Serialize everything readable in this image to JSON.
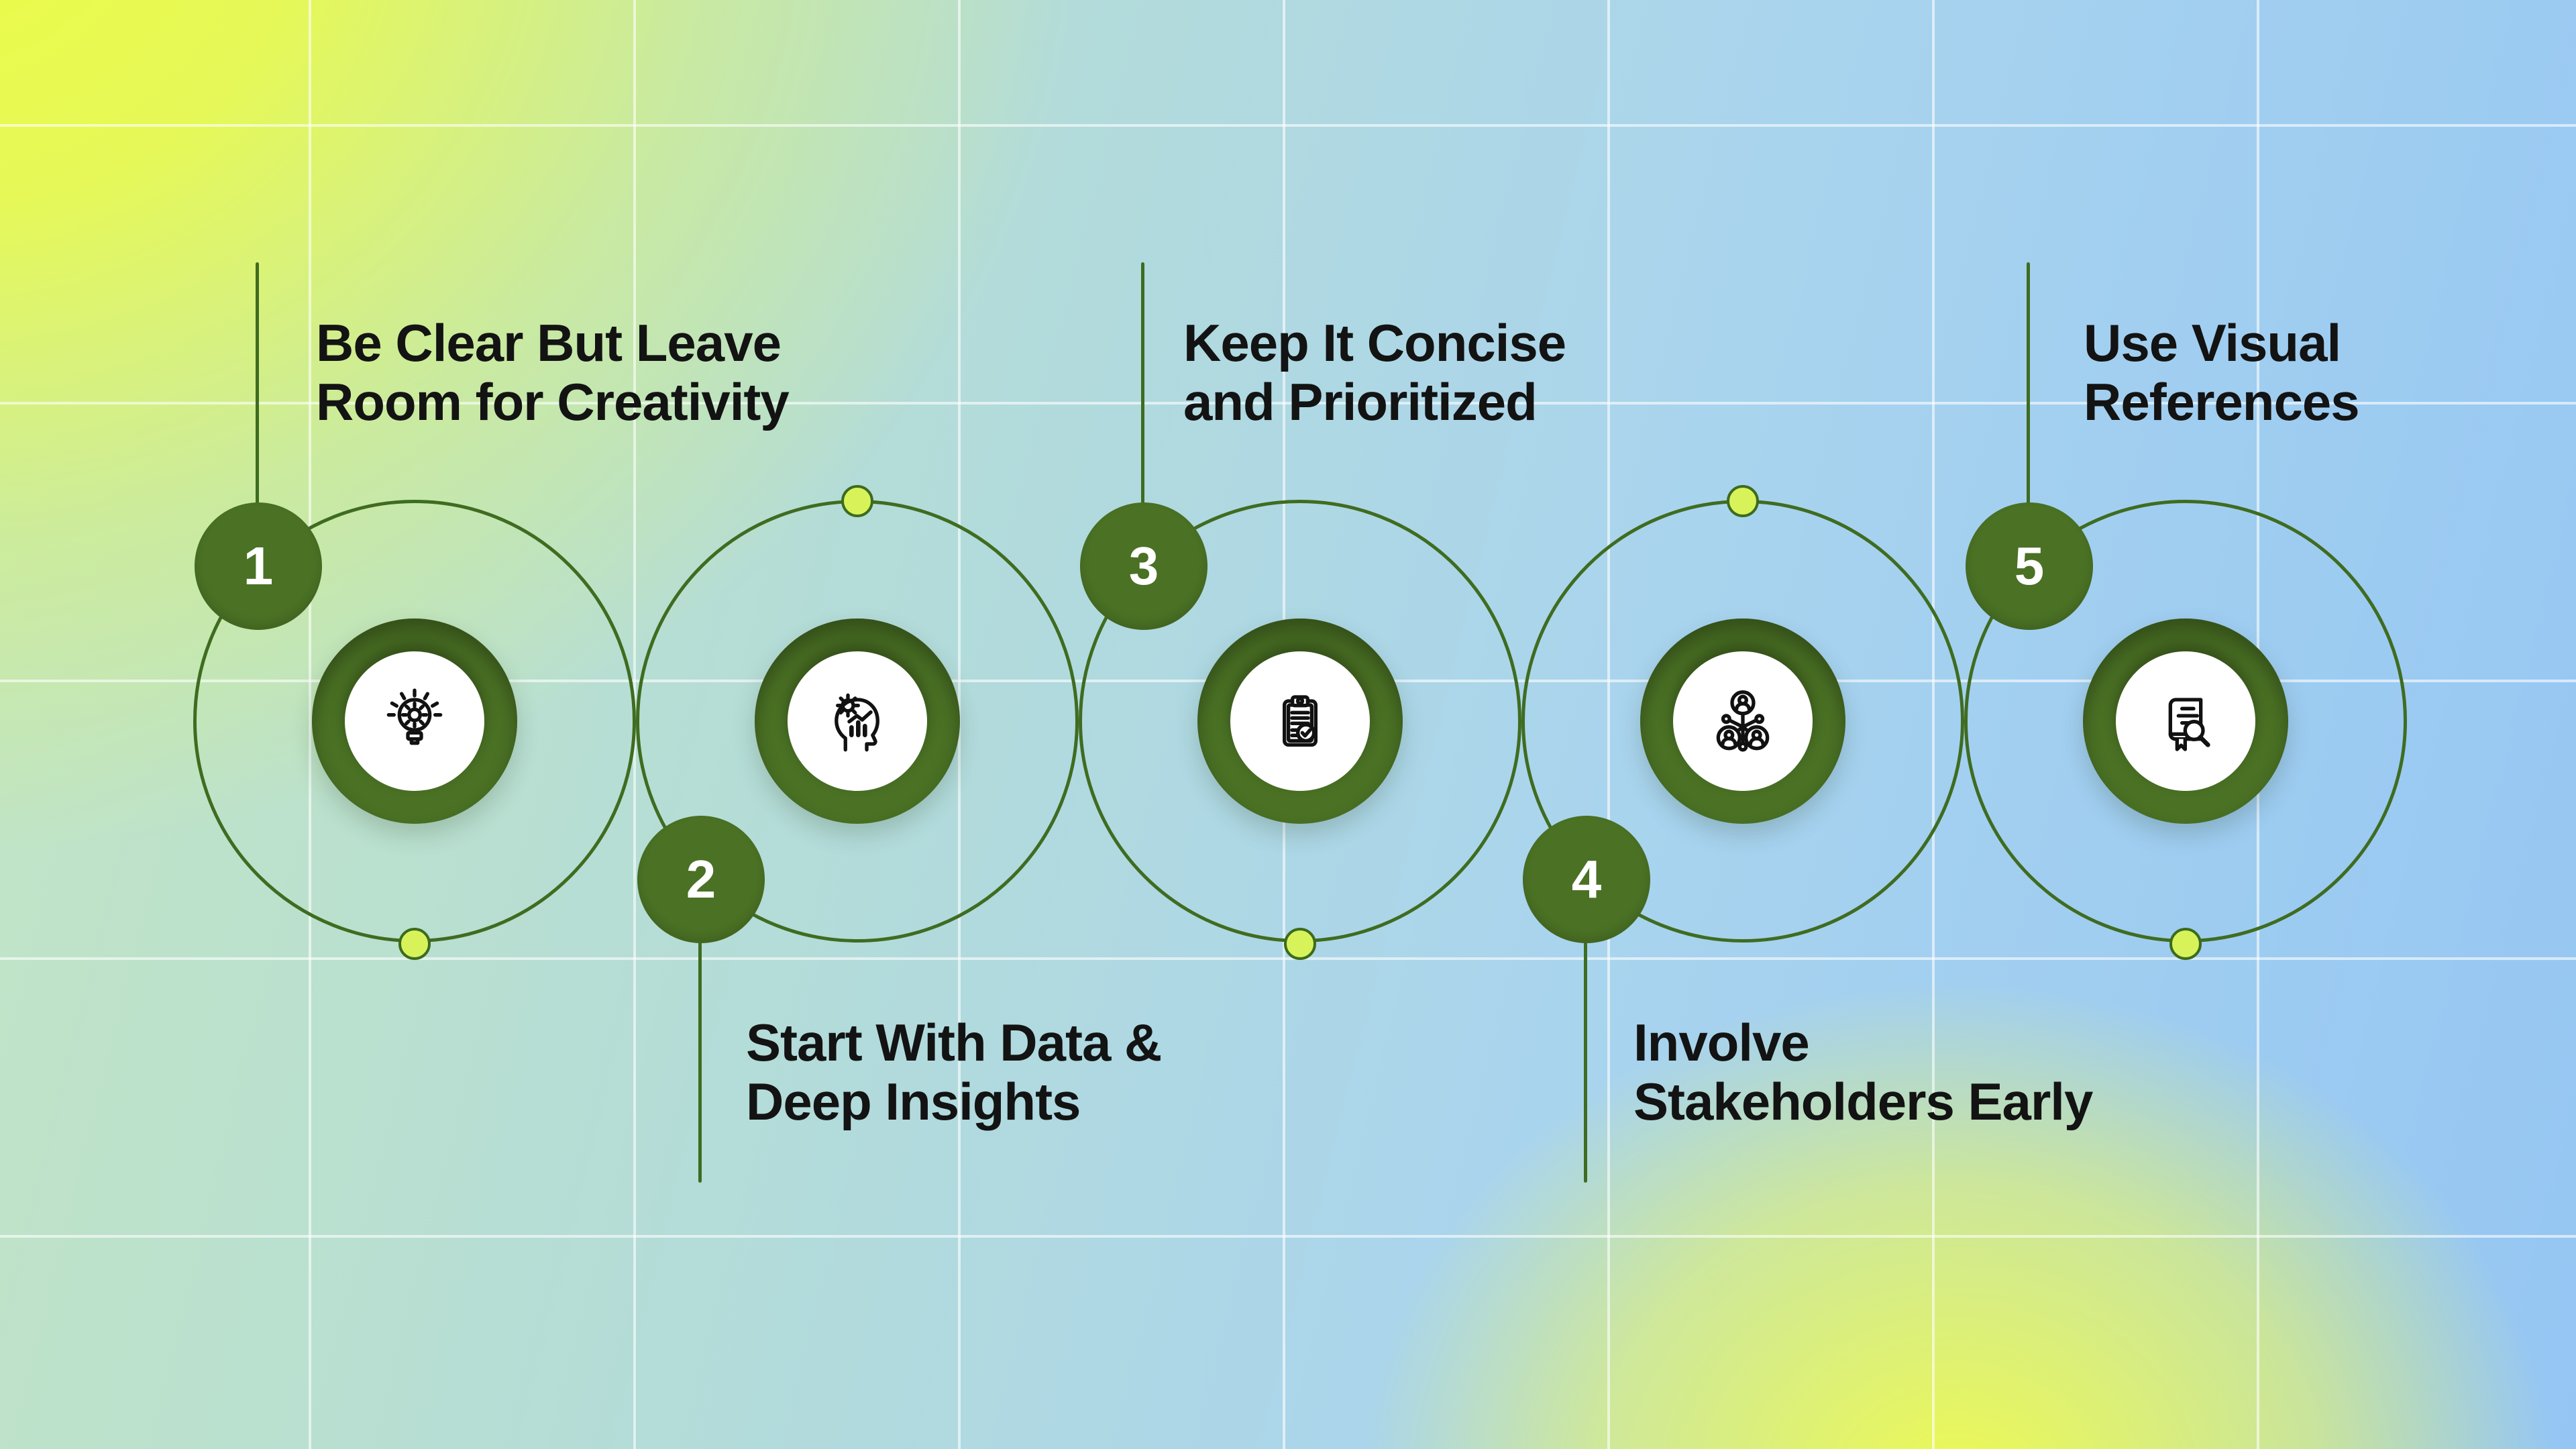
{
  "infographic": {
    "step_count": 5,
    "colors": {
      "ring_green": "#3f6c20",
      "badge_green": "#4a7124",
      "donut_green": "#4a7124",
      "number_white": "#ffffff",
      "dot_fill": "#d8f35a",
      "dot_border": "#3c6b1e",
      "title_text": "#131313",
      "grid_line": "rgba(255,255,255,0.6)",
      "bg_corner_yellow": "#ecfb47",
      "bg_corner_blue": "#95c6f3",
      "bg_mid_teal": "#b4dcd8",
      "icon_stroke": "#111111"
    },
    "steps": [
      {
        "number": "1",
        "title_line1": "Be Clear But Leave",
        "title_line2": "Room for Creativity",
        "icon": "idea-gear-icon",
        "label_position": "top"
      },
      {
        "number": "2",
        "title_line1": "Start With Data &",
        "title_line2": "Deep Insights",
        "icon": "analytical-mind-icon",
        "label_position": "bottom"
      },
      {
        "number": "3",
        "title_line1": "Keep It Concise",
        "title_line2": "and Prioritized",
        "icon": "clipboard-check-icon",
        "label_position": "top"
      },
      {
        "number": "4",
        "title_line1": "Involve",
        "title_line2": "Stakeholders Early",
        "icon": "stakeholder-network-icon",
        "label_position": "bottom"
      },
      {
        "number": "5",
        "title_line1": "Use Visual",
        "title_line2": "References",
        "icon": "book-search-icon",
        "label_position": "top"
      }
    ]
  }
}
